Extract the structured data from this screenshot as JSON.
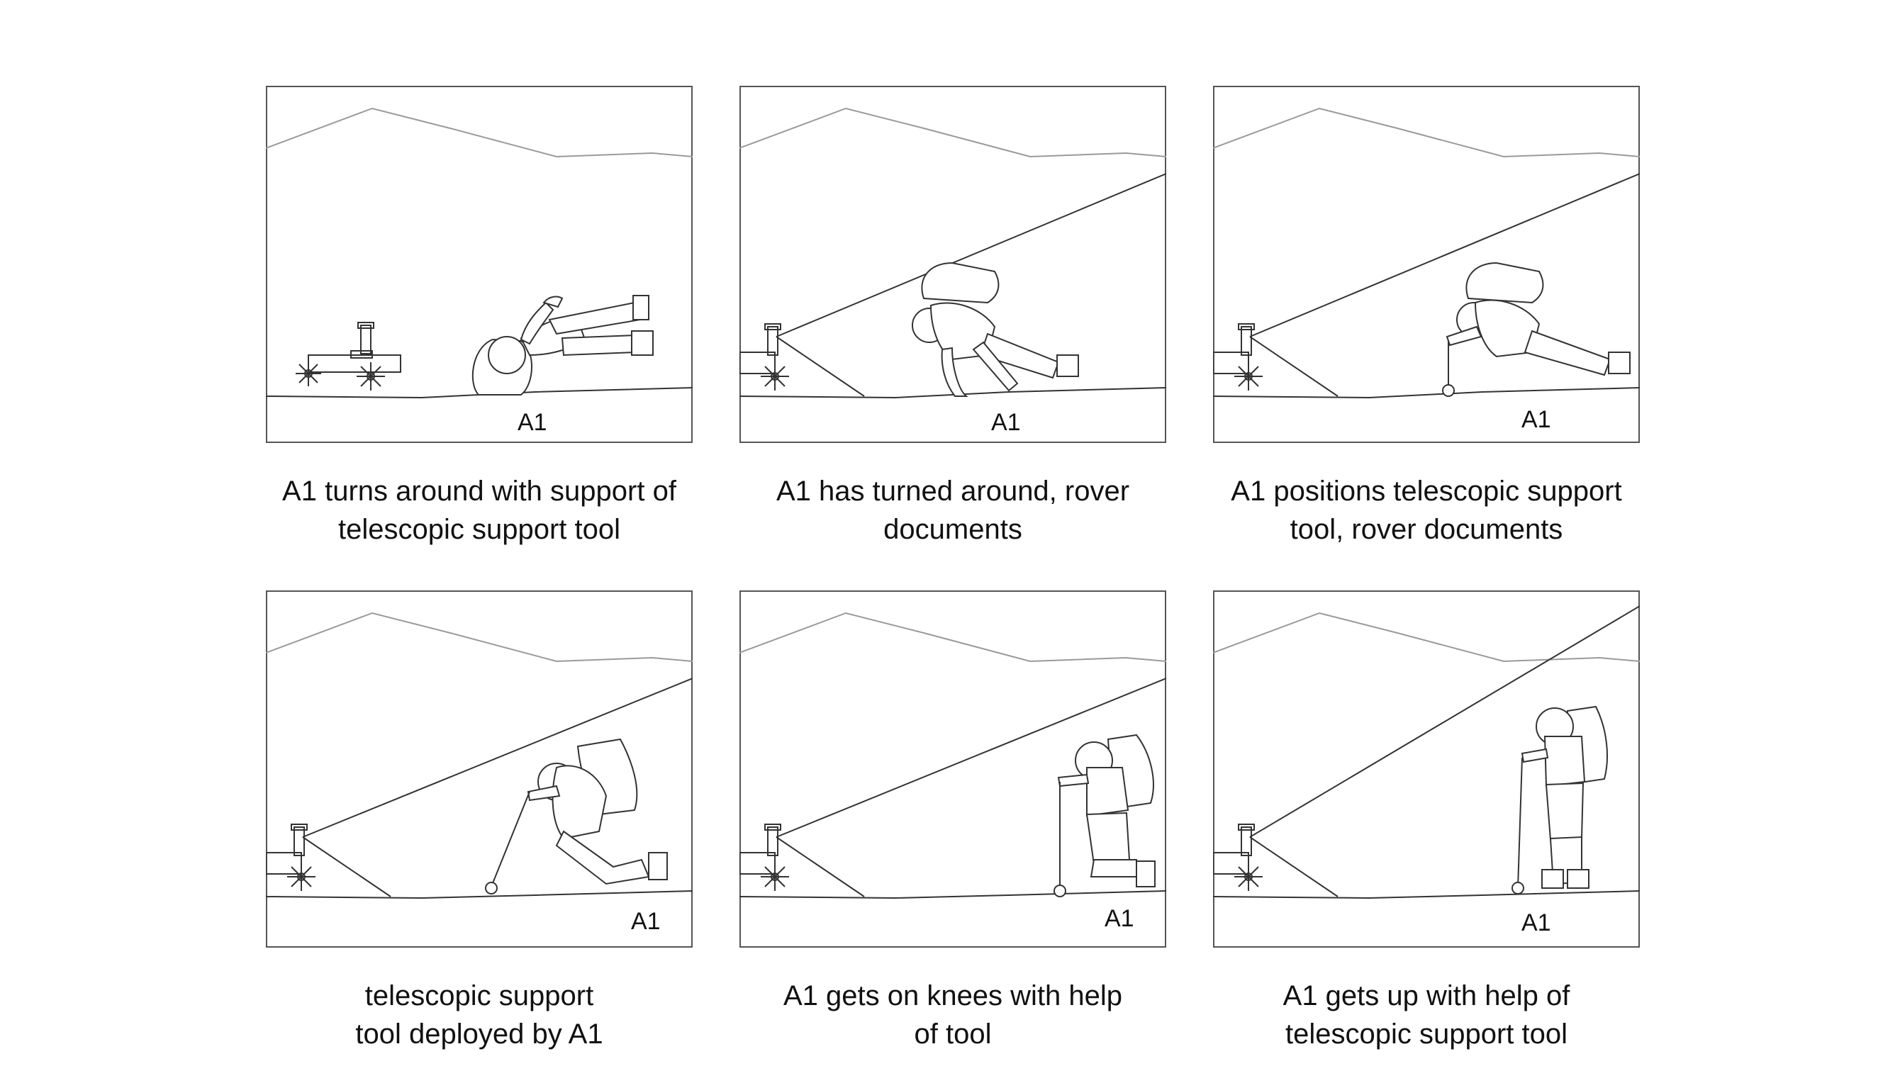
{
  "panels": [
    {
      "label": "A1",
      "caption_lines": [
        "A1 turns around with support of",
        "telescopic support tool"
      ]
    },
    {
      "label": "A1",
      "caption_lines": [
        "A1 has turned around, rover",
        "documents"
      ]
    },
    {
      "label": "A1",
      "caption_lines": [
        "A1 positions telescopic support",
        "tool, rover documents"
      ]
    },
    {
      "label": "A1",
      "caption_lines": [
        "telescopic support",
        "tool deployed by A1"
      ]
    },
    {
      "label": "A1",
      "caption_lines": [
        "A1 gets on knees with help",
        "of tool"
      ]
    },
    {
      "label": "A1",
      "caption_lines": [
        "A1 gets up with help of",
        "telescopic support tool"
      ]
    }
  ],
  "colors": {
    "line": "#333333",
    "mountains": "#9a9a9a",
    "frame": "#555555"
  }
}
